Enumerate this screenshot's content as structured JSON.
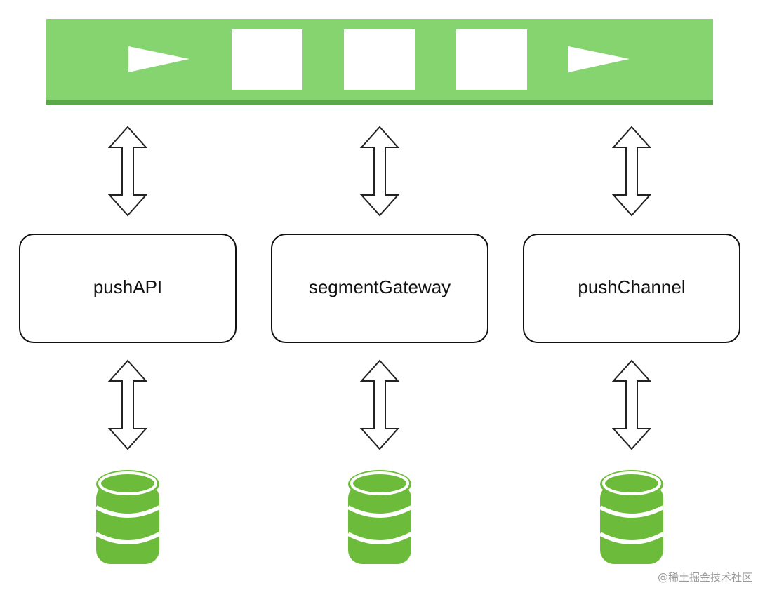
{
  "services": [
    {
      "name": "pushAPI"
    },
    {
      "name": "segmentGateway"
    },
    {
      "name": "pushChannel"
    }
  ],
  "queue": {
    "message_blocks": 3,
    "color": "#85d46f",
    "edge_color": "#5ba84a"
  },
  "database_color": "#6dbb3a",
  "watermark": "@稀土掘金技术社区"
}
